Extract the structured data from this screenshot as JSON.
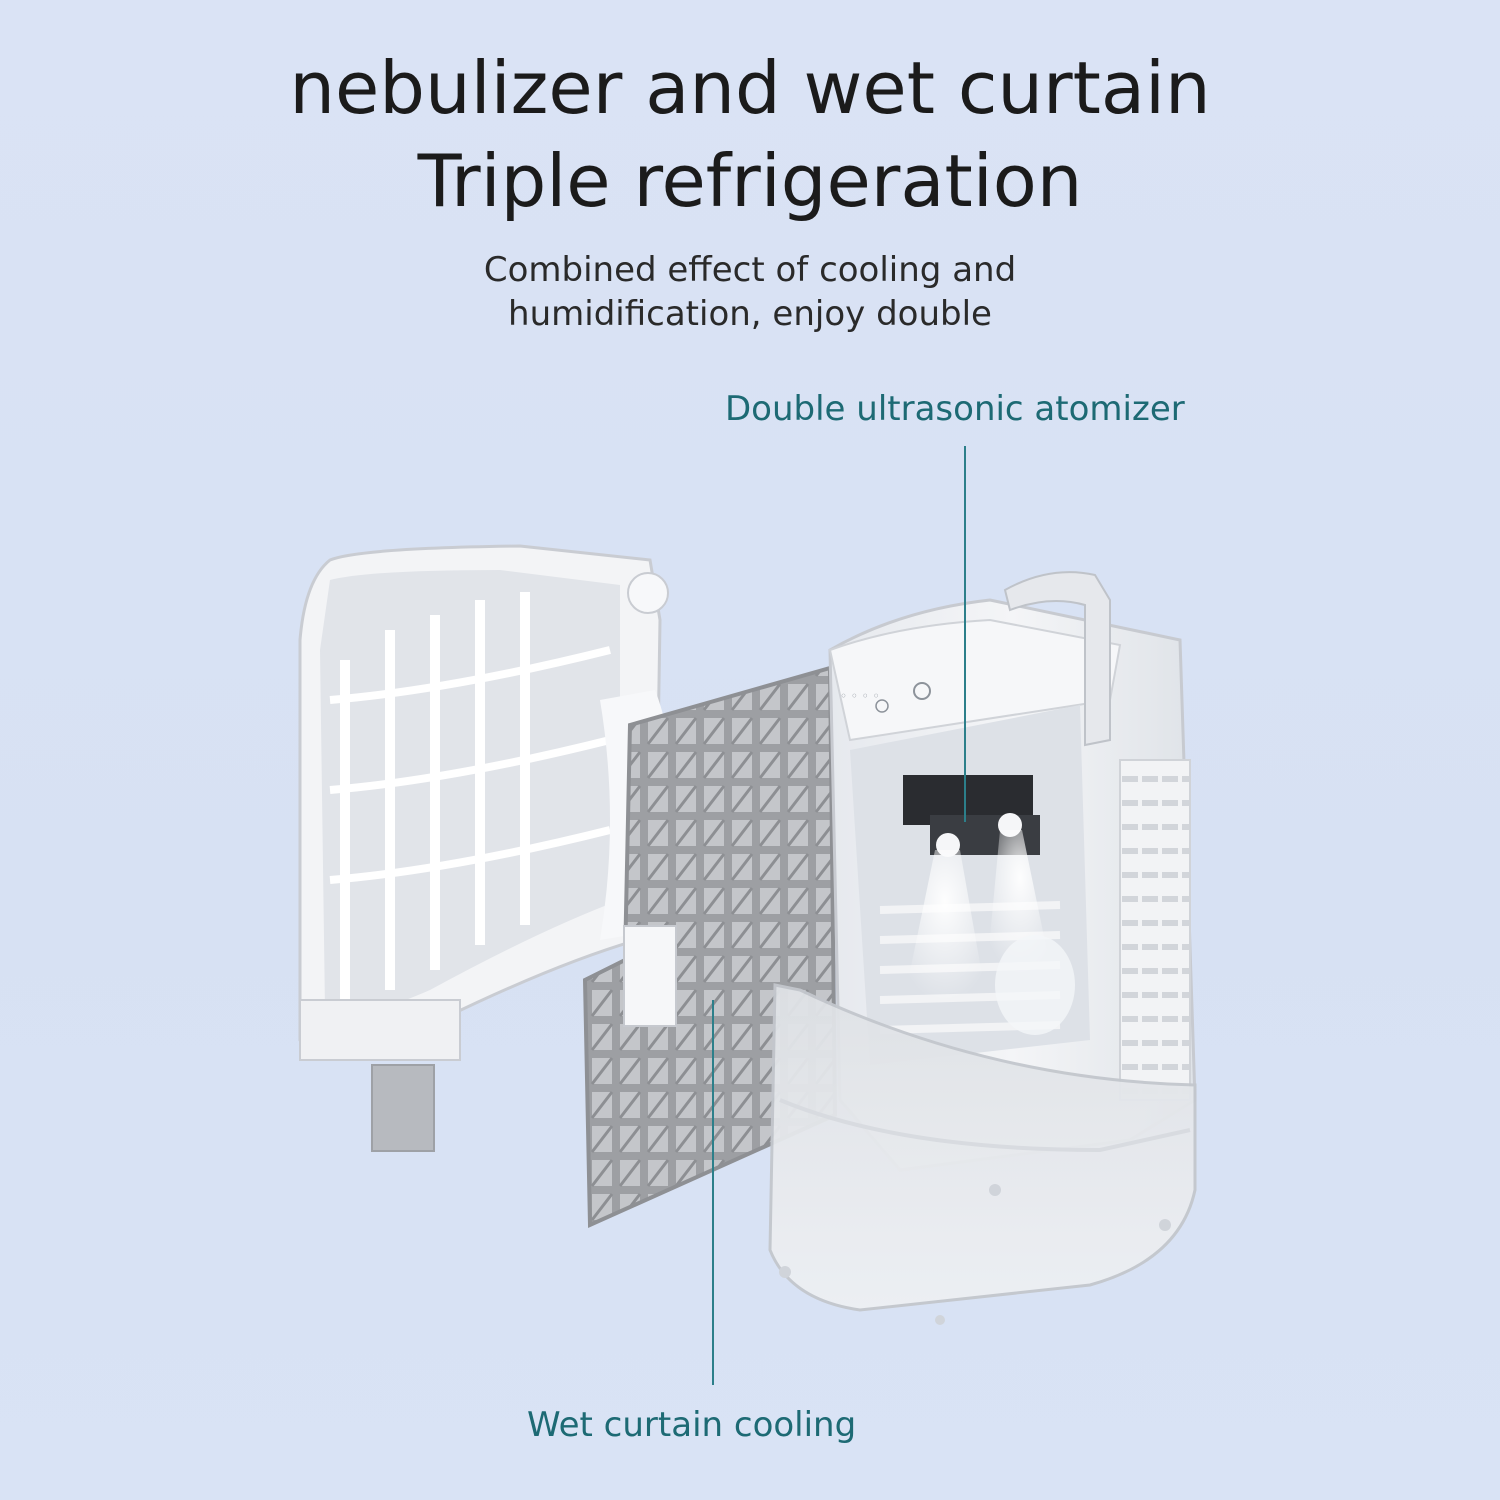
{
  "headline": {
    "line1": "nebulizer and wet curtain",
    "line2": "Triple refrigeration"
  },
  "subtitle": {
    "line1": "Combined effect of cooling and",
    "line2": "humidification, enjoy double"
  },
  "callouts": {
    "top": "Double ultrasonic atomizer",
    "bottom": "Wet curtain cooling"
  },
  "colors": {
    "background": "#d9e2f4",
    "callout_text": "#1d6a74",
    "leader_line": "#2c7f8a"
  }
}
